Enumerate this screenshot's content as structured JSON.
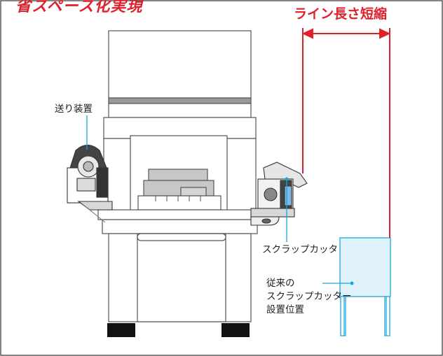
{
  "title": "省スペース化実現",
  "dimension_label": "ライン長さ短縮",
  "labels": {
    "feeder": "送り装置",
    "scrap_cutter": "スクラップカッタ",
    "conventional": [
      "従来の",
      "スクラップカッター",
      "設置位置"
    ]
  },
  "colors": {
    "accent": "#e0202a",
    "leader": "#1aa6d8",
    "ghost_fill": "#dff2fb",
    "machine_line": "#555555"
  }
}
